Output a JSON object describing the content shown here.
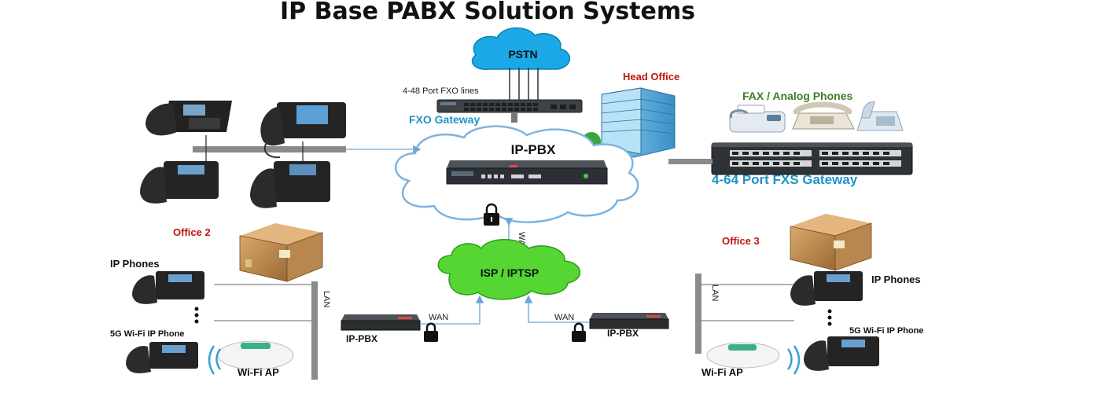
{
  "title": "IP Base PABX Solution Systems",
  "labels": {
    "pstn": "PSTN",
    "fxo_lines": "4-48 Port FXO lines",
    "fxo_gateway": "FXO Gateway",
    "head_office": "Head Office",
    "fax_phones": "FAX / Analog Phones",
    "ip_pbx_main": "IP-PBX",
    "fxs_gateway": "4-64 Port FXS Gateway",
    "isp": "ISP / IPTSP",
    "wan_vertical": "WAN",
    "office2": "Office 2",
    "office3": "Office 3",
    "ip_phones_left": "IP Phones",
    "ip_phones_right": "IP Phones",
    "wifi_phone_left": "5G Wi-Fi IP Phone",
    "wifi_phone_right": "5G Wi-Fi IP Phone",
    "wifi_ap_left": "Wi-Fi AP",
    "wifi_ap_right": "Wi-Fi AP",
    "lan_left": "LAN",
    "lan_right": "LAN",
    "wan_left": "WAN",
    "wan_right": "WAN",
    "ip_pbx_left": "IP-PBX",
    "ip_pbx_right": "IP-PBX"
  },
  "colors": {
    "pstn_cloud": "#1aa9e6",
    "isp_cloud": "#55d633",
    "ip_pbx_cloud_outline": "#7fb3dd",
    "link_blue": "#6aa6d6",
    "gray_bar": "#8a8a8a",
    "red_label": "#c0140f",
    "green_label": "#3d7d24",
    "blue_label": "#1e93c6"
  }
}
